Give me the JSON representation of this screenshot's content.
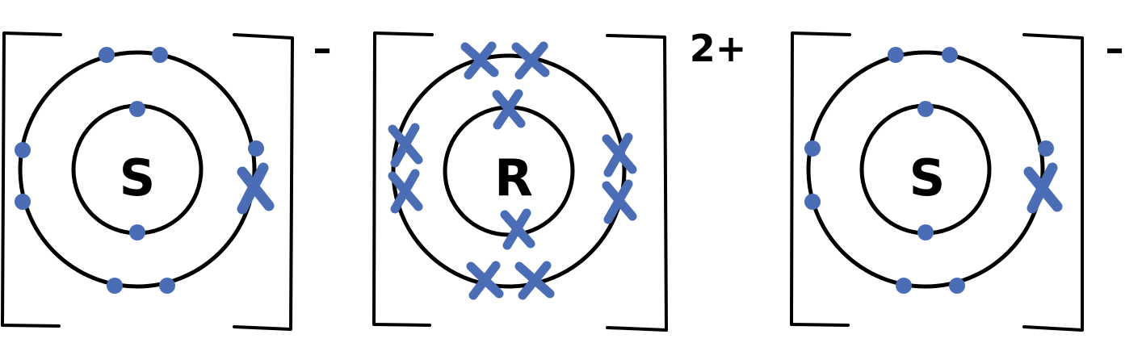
{
  "diagram": {
    "colors": {
      "line": "#000000",
      "electron": "#4a6db5",
      "background": "#ffffff"
    },
    "ions": [
      {
        "symbol": "S",
        "charge": "–",
        "electrons": {
          "inner_dots": 2,
          "outer_dots": 7,
          "outer_crosses": 1
        }
      },
      {
        "symbol": "R",
        "charge": "2+",
        "electrons": {
          "inner_crosses": 2,
          "outer_crosses": 8
        }
      },
      {
        "symbol": "S",
        "charge": "–",
        "electrons": {
          "inner_dots": 2,
          "outer_dots": 7,
          "outer_crosses": 1
        }
      }
    ]
  }
}
